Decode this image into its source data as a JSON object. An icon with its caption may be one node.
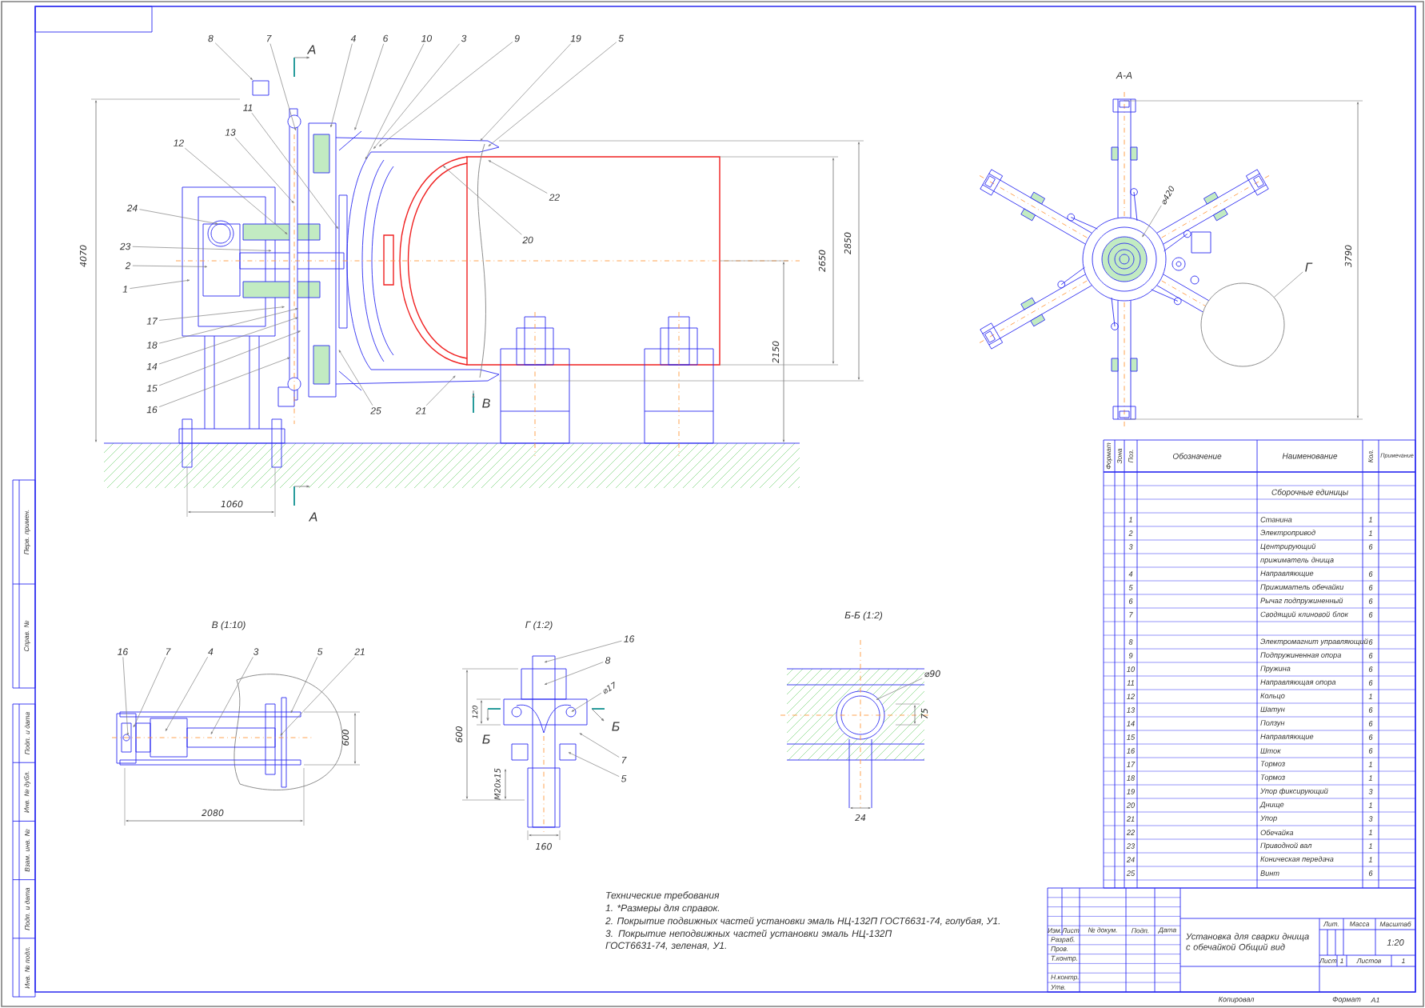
{
  "diagram": {
    "nodes": [
      {
        "text": [
          "8"
        ]
      },
      {
        "text": [
          "7"
        ]
      },
      {
        "text": [
          "4"
        ]
      },
      {
        "text": [
          "6"
        ]
      },
      {
        "text": [
          "10"
        ]
      },
      {
        "text": [
          "3"
        ]
      },
      {
        "text": [
          "9"
        ]
      },
      {
        "text": [
          "19"
        ]
      },
      {
        "text": [
          "5"
        ]
      },
      {
        "text": [
          "11"
        ]
      },
      {
        "text": [
          "13"
        ]
      },
      {
        "text": [
          "12"
        ]
      },
      {
        "text": [
          "24"
        ]
      },
      {
        "text": [
          "23"
        ]
      },
      {
        "text": [
          "2"
        ]
      },
      {
        "text": [
          "1"
        ]
      },
      {
        "text": [
          "17"
        ]
      },
      {
        "text": [
          "18"
        ]
      },
      {
        "text": [
          "14"
        ]
      },
      {
        "text": [
          "15"
        ]
      },
      {
        "text": [
          "16"
        ]
      },
      {
        "text": [
          "22"
        ]
      },
      {
        "text": [
          "20"
        ]
      },
      {
        "text": [
          "25"
        ]
      },
      {
        "text": [
          "21"
        ]
      },
      {
        "text": [
          "16"
        ]
      },
      {
        "text": [
          "7"
        ]
      },
      {
        "text": [
          "4"
        ]
      },
      {
        "text": [
          "3"
        ]
      },
      {
        "text": [
          "5"
        ]
      },
      {
        "text": [
          "21"
        ]
      },
      {
        "text": [
          "16"
        ]
      },
      {
        "text": [
          "8"
        ]
      },
      {
        "text": [
          "7"
        ]
      },
      {
        "text": [
          "5"
        ]
      },
      {
        "text": [
          "⌀420"
        ]
      },
      {
        "text": [
          "Г"
        ]
      },
      {
        "text": [
          "⌀17"
        ]
      },
      {
        "text": [
          "⌀90"
        ]
      },
      {
        "text": [],
        "shape": "circle"
      },
      {
        "text": [],
        "shape": "box"
      }
    ],
    "edges": [
      {
        "from": 0,
        "to": 40,
        "arrow": "to"
      },
      {
        "from": 1,
        "to": null,
        "arrow": "to"
      },
      {
        "from": 2,
        "to": null,
        "arrow": "to"
      },
      {
        "from": 3,
        "to": null,
        "arrow": "to"
      },
      {
        "from": 4,
        "to": null,
        "arrow": "to"
      },
      {
        "from": 5,
        "to": null,
        "arrow": "to"
      },
      {
        "from": 6,
        "to": null,
        "arrow": "to"
      },
      {
        "from": 7,
        "to": null,
        "arrow": "to"
      },
      {
        "from": 8,
        "to": null,
        "arrow": "to"
      },
      {
        "from": 9,
        "to": null,
        "arrow": "to"
      },
      {
        "from": 10,
        "to": null,
        "arrow": "to"
      },
      {
        "from": 11,
        "to": null,
        "arrow": "to"
      },
      {
        "from": 12,
        "to": null,
        "arrow": "to"
      },
      {
        "from": 13,
        "to": null,
        "arrow": "to"
      },
      {
        "from": 14,
        "to": null,
        "arrow": "to"
      },
      {
        "from": 15,
        "to": null,
        "arrow": "to"
      },
      {
        "from": 16,
        "to": null,
        "arrow": "to"
      },
      {
        "from": 17,
        "to": null,
        "arrow": "to"
      },
      {
        "from": 18,
        "to": null,
        "arrow": "to"
      },
      {
        "from": 19,
        "to": null,
        "arrow": "to"
      },
      {
        "from": 20,
        "to": null,
        "arrow": "to"
      },
      {
        "from": 21,
        "to": null,
        "arrow": "to"
      },
      {
        "from": 22,
        "to": null,
        "arrow": "to"
      },
      {
        "from": 23,
        "to": null,
        "arrow": "to"
      },
      {
        "from": 24,
        "to": null,
        "arrow": "to"
      },
      {
        "from": 25,
        "to": null,
        "arrow": "to"
      },
      {
        "from": 26,
        "to": null,
        "arrow": "to"
      },
      {
        "from": 27,
        "to": null,
        "arrow": "to"
      },
      {
        "from": 28,
        "to": null,
        "arrow": "to"
      },
      {
        "from": 29,
        "to": null,
        "arrow": "to"
      },
      {
        "from": 30,
        "to": null,
        "arrow": "to"
      },
      {
        "from": 31,
        "to": null,
        "arrow": "to"
      },
      {
        "from": 32,
        "to": null,
        "arrow": "to"
      },
      {
        "from": 33,
        "to": null,
        "arrow": "to"
      },
      {
        "from": 34,
        "to": null,
        "arrow": "to"
      },
      {
        "from": 35,
        "to": null,
        "arrow": "to"
      },
      {
        "from": 36,
        "to": 39,
        "arrow": "none"
      },
      {
        "from": 37,
        "to": null,
        "arrow": "to"
      },
      {
        "from": 38,
        "to": null,
        "arrow": "to"
      }
    ],
    "labels": [
      "А",
      "4070",
      "2650",
      "2850",
      "2150",
      "В",
      "1060",
      "А",
      "А-А",
      "3790",
      "В (1:10)",
      "600",
      "2080",
      "Г (1:2)",
      "600",
      "120",
      "Б",
      "Б",
      "М20х15",
      "160",
      "Б-Б (1:2)",
      "75",
      "24",
      "Технические требования",
      "1. *Размеры для справок.",
      "2. Покрытие подвижных частей установки эмаль НЦ-132П ГОСТ6631-74, голубая, У1.",
      "3. Покрытие неподвижных частей установки эмаль НЦ-132П ГОСТ6631-74, зеленая, У1.",
      "Формат",
      "Зона",
      "Поз.",
      "Обозначение",
      "Наименование",
      "Кол.",
      "Примечание",
      "Сборочные единицы",
      "1",
      "Станина",
      "1",
      "2",
      "Электропривод",
      "1",
      "3",
      "Центрирующий прижиматель днища",
      "6",
      "4",
      "Направляющие",
      "6",
      "5",
      "Прижиматель обечайки",
      "6",
      "6",
      "Рычаг подпружиненный",
      "6",
      "7",
      "Сводящий клиновой блок",
      "6",
      "8",
      "Электромагнит управляющий",
      "6",
      "9",
      "Подпружиненная опора",
      "6",
      "10",
      "Пружина",
      "6",
      "11",
      "Направляющая опора",
      "6",
      "12",
      "Кольцо",
      "1",
      "13",
      "Шатун",
      "6",
      "14",
      "Ползун",
      "6",
      "15",
      "Направляющие",
      "6",
      "16",
      "Шток",
      "6",
      "17",
      "Тормоз",
      "1",
      "18",
      "Тормоз",
      "1",
      "19",
      "Упор фиксирующий",
      "3",
      "20",
      "Днище",
      "1",
      "21",
      "Упор",
      "3",
      "22",
      "Обечайка",
      "1",
      "23",
      "Приводной вал",
      "1",
      "24",
      "Коническая передача",
      "1",
      "25",
      "Винт",
      "6",
      "Изм.",
      "Лист",
      "№ докум.",
      "Подп.",
      "Дата",
      "Разраб.",
      "Пров.",
      "Т.контр.",
      "Н.контр.",
      "Утв.",
      "Установка для сварки днища с обечайкой Общий вид",
      "Лит.",
      "Масса",
      "Масштаб",
      "1:20",
      "Лист",
      "1",
      "Листов",
      "1",
      "Перв. примен.",
      "Справ. №",
      "Подп. и дата",
      "Инв. № дубл.",
      "Взам. инв. №",
      "Подп. и дата",
      "Инв. № подл.",
      "Копировал",
      "Формат",
      "А1"
    ]
  }
}
